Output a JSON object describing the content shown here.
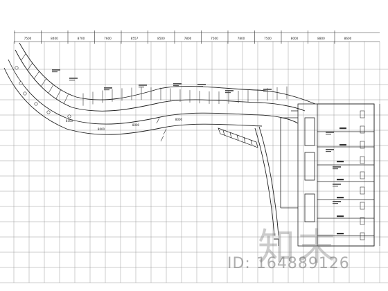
{
  "drawing": {
    "dimension_values": [
      "7500",
      "8400",
      "8700",
      "7600",
      "8557",
      "8500",
      "7800",
      "7500",
      "7800",
      "7500",
      "8000",
      "8800",
      "8600"
    ],
    "lower_dimension_values": [
      "8500",
      "8000",
      "8000",
      "8000"
    ]
  },
  "watermark": {
    "logo_text": "知末",
    "id_text": "ID: 164889126"
  }
}
